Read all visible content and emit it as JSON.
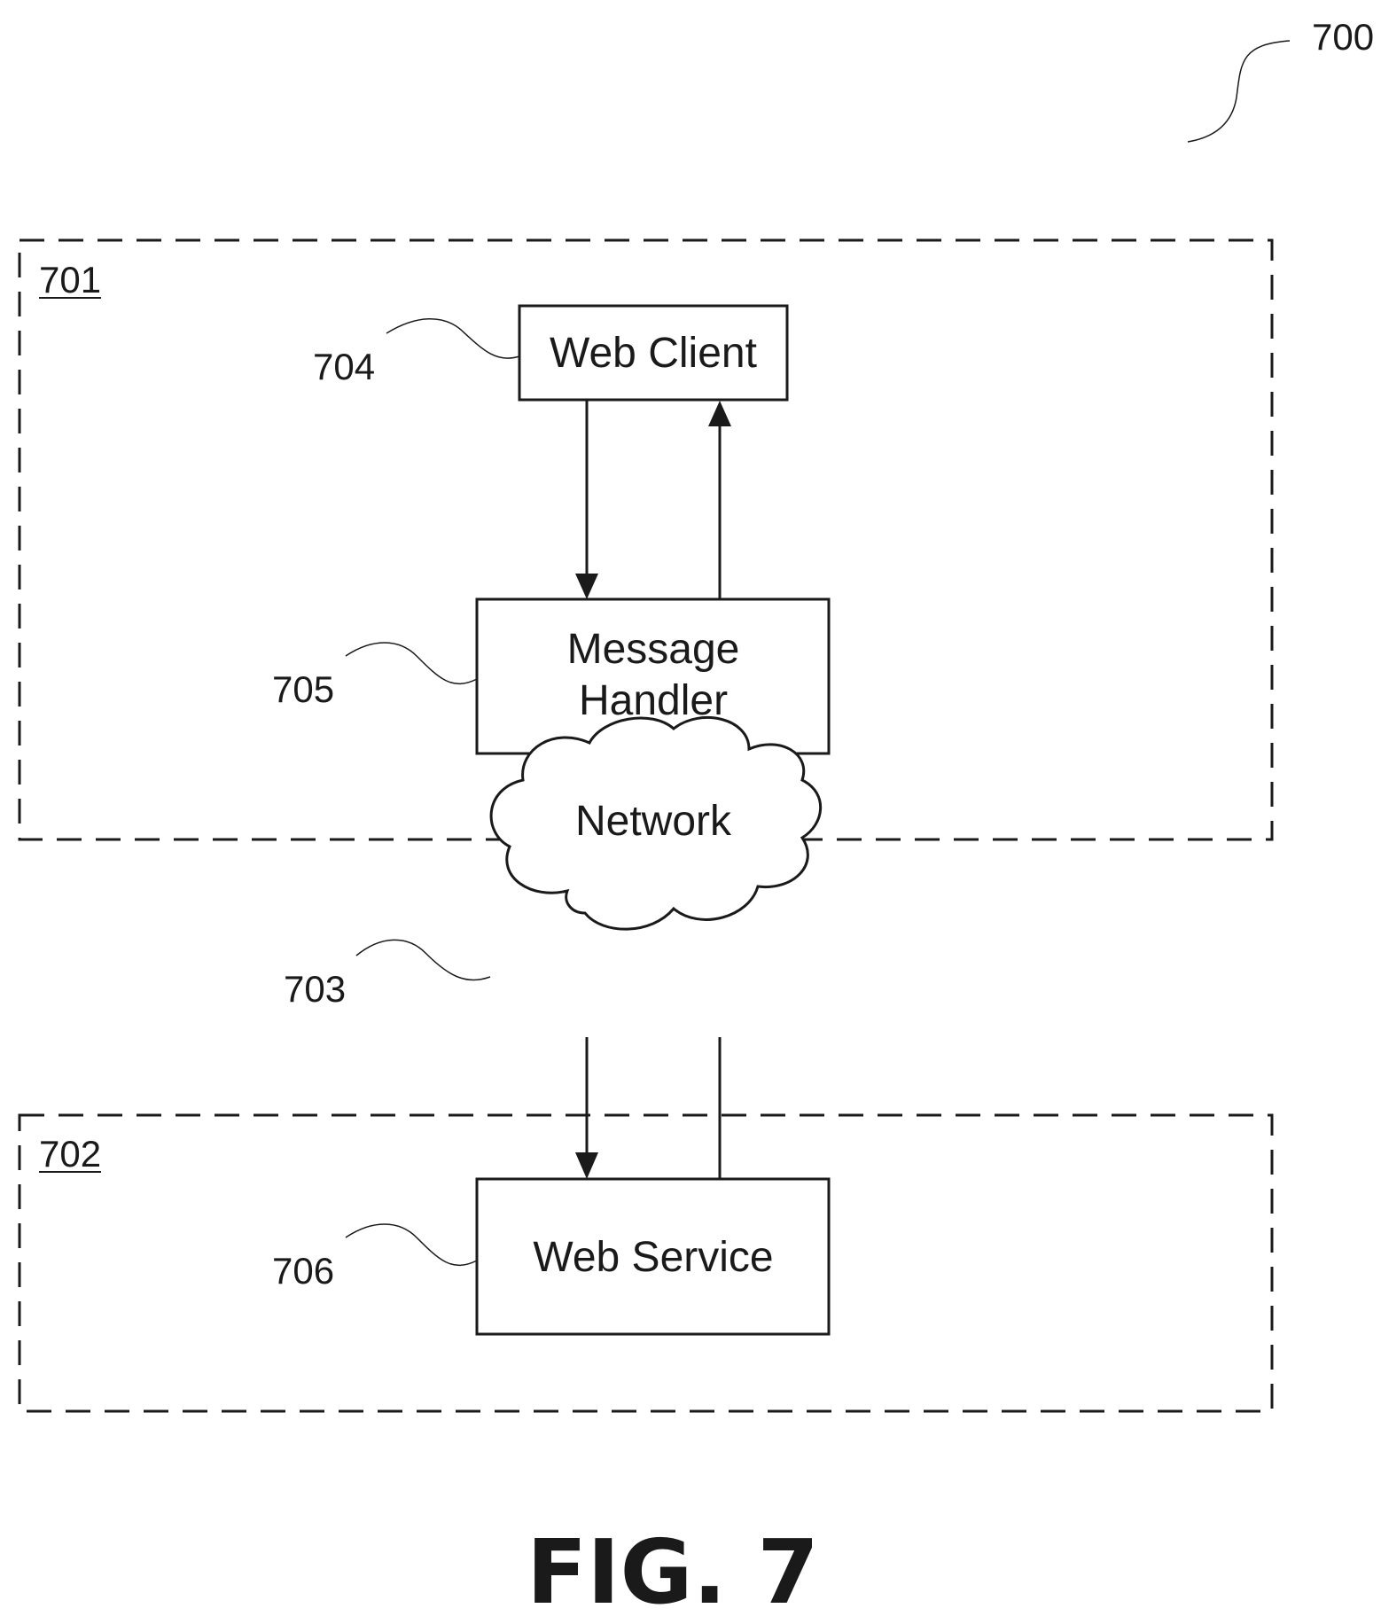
{
  "figure_ref": "700",
  "regions": {
    "top_ref": "701",
    "bottom_ref": "702"
  },
  "nodes": {
    "web_client": {
      "label": "Web Client",
      "ref": "704"
    },
    "message_handler": {
      "label_line1": "Message",
      "label_line2": "Handler",
      "ref": "705"
    },
    "network": {
      "label": "Network",
      "ref": "703"
    },
    "web_service": {
      "label": "Web Service",
      "ref": "706"
    }
  },
  "caption": "FIG. 7"
}
